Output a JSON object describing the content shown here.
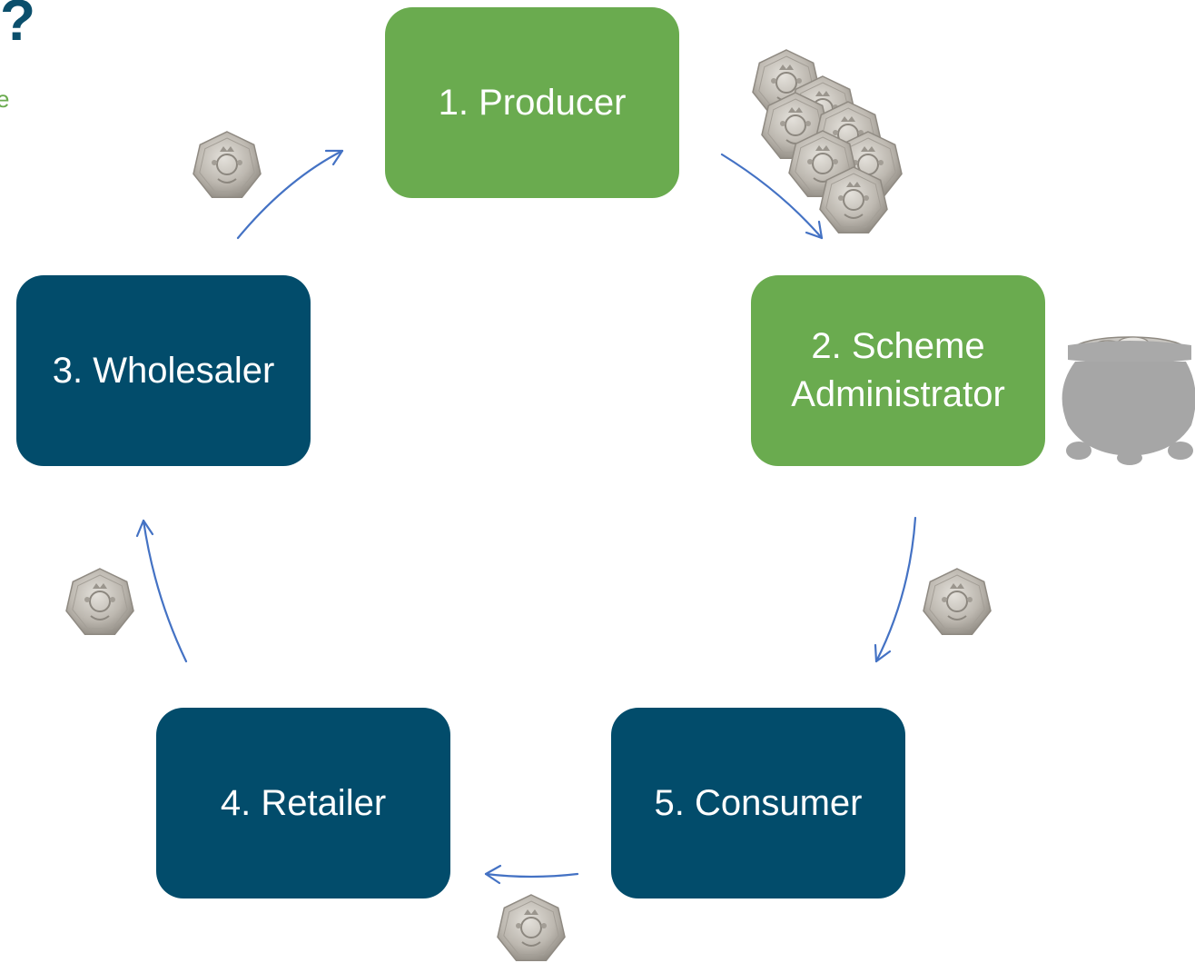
{
  "header": {
    "question_mark": "?",
    "cut_text": "e"
  },
  "nodes": [
    {
      "id": "producer",
      "label": "1. Producer",
      "color": "#6aab4f"
    },
    {
      "id": "scheme-administrator",
      "label": "2. Scheme\nAdministrator",
      "color": "#6aab4f"
    },
    {
      "id": "wholesaler",
      "label": "3. Wholesaler",
      "color": "#024c6b"
    },
    {
      "id": "retailer",
      "label": "4. Retailer",
      "color": "#024c6b"
    },
    {
      "id": "consumer",
      "label": "5. Consumer",
      "color": "#024c6b"
    }
  ],
  "edges": [
    {
      "from": "producer",
      "to": "scheme-administrator",
      "icon": "coin-stack-icon"
    },
    {
      "from": "scheme-administrator",
      "to": "consumer",
      "icon": "coin-icon"
    },
    {
      "from": "consumer",
      "to": "retailer",
      "icon": "coin-icon"
    },
    {
      "from": "retailer",
      "to": "wholesaler",
      "icon": "coin-icon"
    },
    {
      "from": "wholesaler",
      "to": "producer",
      "icon": "coin-icon"
    }
  ],
  "decorations": {
    "pot_icon": "pot-of-coins-icon",
    "coin_color": "#b8b3aa",
    "arrow_color": "#4472c4"
  }
}
